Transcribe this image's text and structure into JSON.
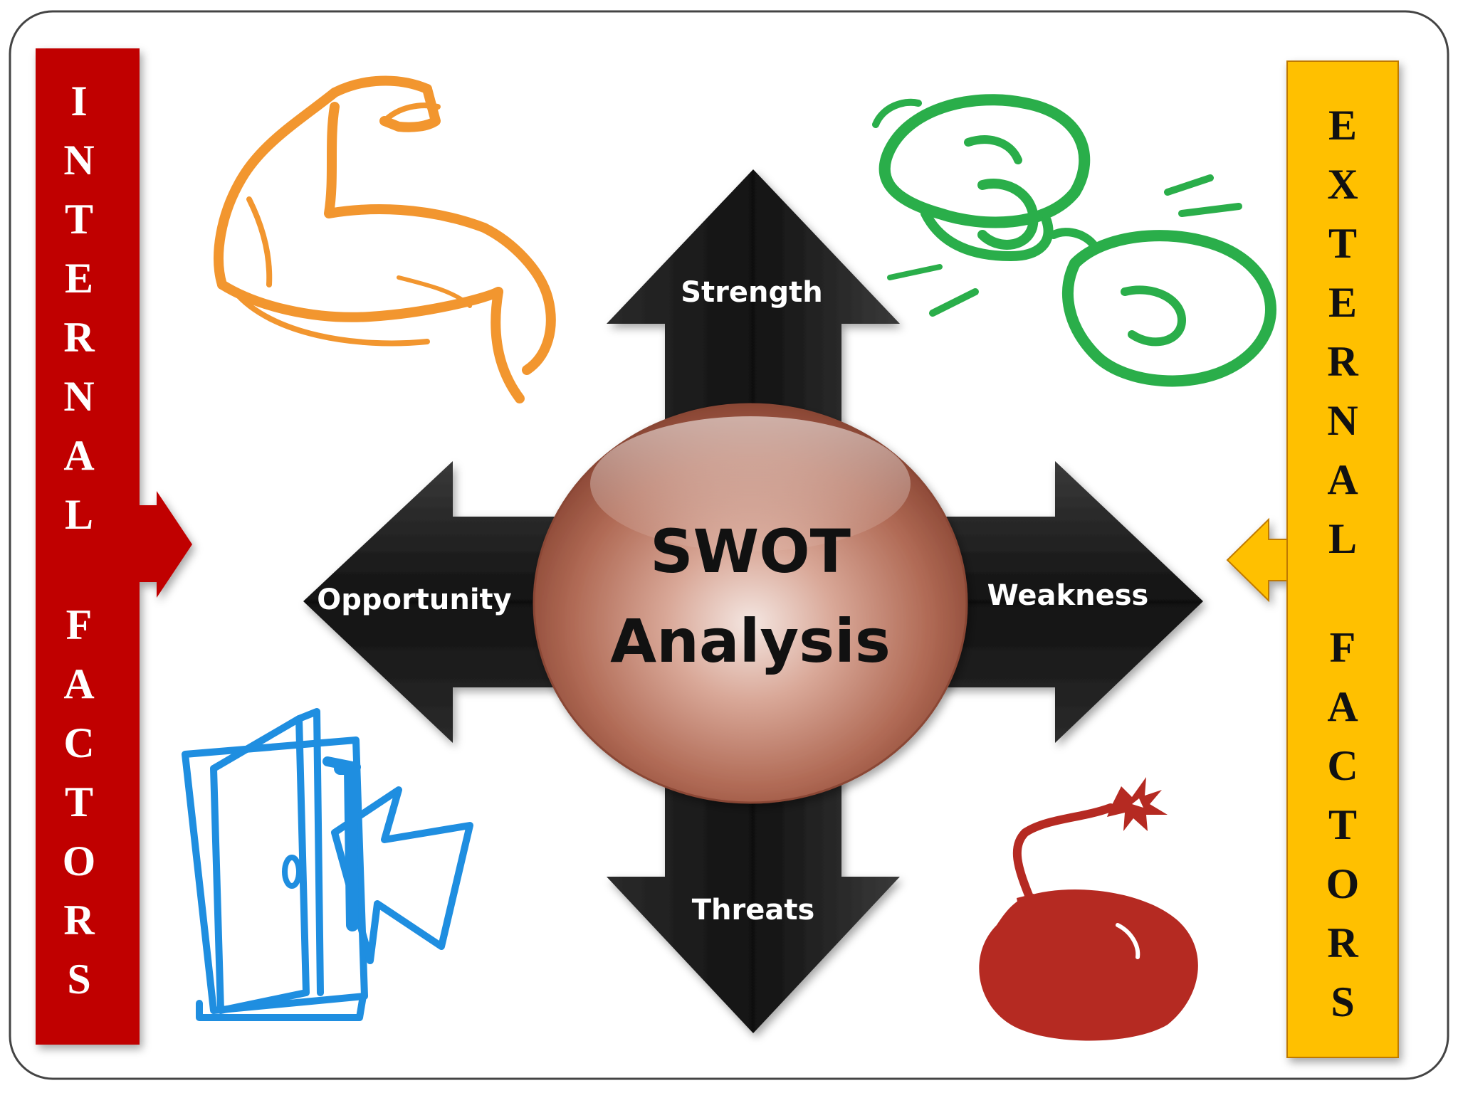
{
  "center": {
    "line1": "SWOT",
    "line2": "Analysis"
  },
  "arrows": {
    "up": "Strength",
    "right": "Weakness",
    "down": "Threats",
    "left": "Opportunity"
  },
  "internal_bar": {
    "word1": [
      "I",
      "N",
      "T",
      "E",
      "R",
      "N",
      "A",
      "L"
    ],
    "word2": [
      "F",
      "A",
      "C",
      "T",
      "O",
      "R",
      "S"
    ],
    "color": "#c00000"
  },
  "external_bar": {
    "word1": [
      "E",
      "X",
      "T",
      "E",
      "R",
      "N",
      "A",
      "L"
    ],
    "word2": [
      "F",
      "A",
      "C",
      "T",
      "O",
      "R",
      "S"
    ],
    "color": "#ffc000"
  },
  "icons": {
    "top_left": "flexed-arm-icon",
    "top_right": "broken-chain-icon",
    "bottom_left": "open-door-icon",
    "bottom_right": "bomb-icon"
  },
  "colors": {
    "arrow": "#1c1c1c",
    "sphere": "#b86a56",
    "arm": "#f2962f",
    "chain": "#2aae4a",
    "door": "#1f8ee0",
    "bomb": "#b52a22"
  }
}
